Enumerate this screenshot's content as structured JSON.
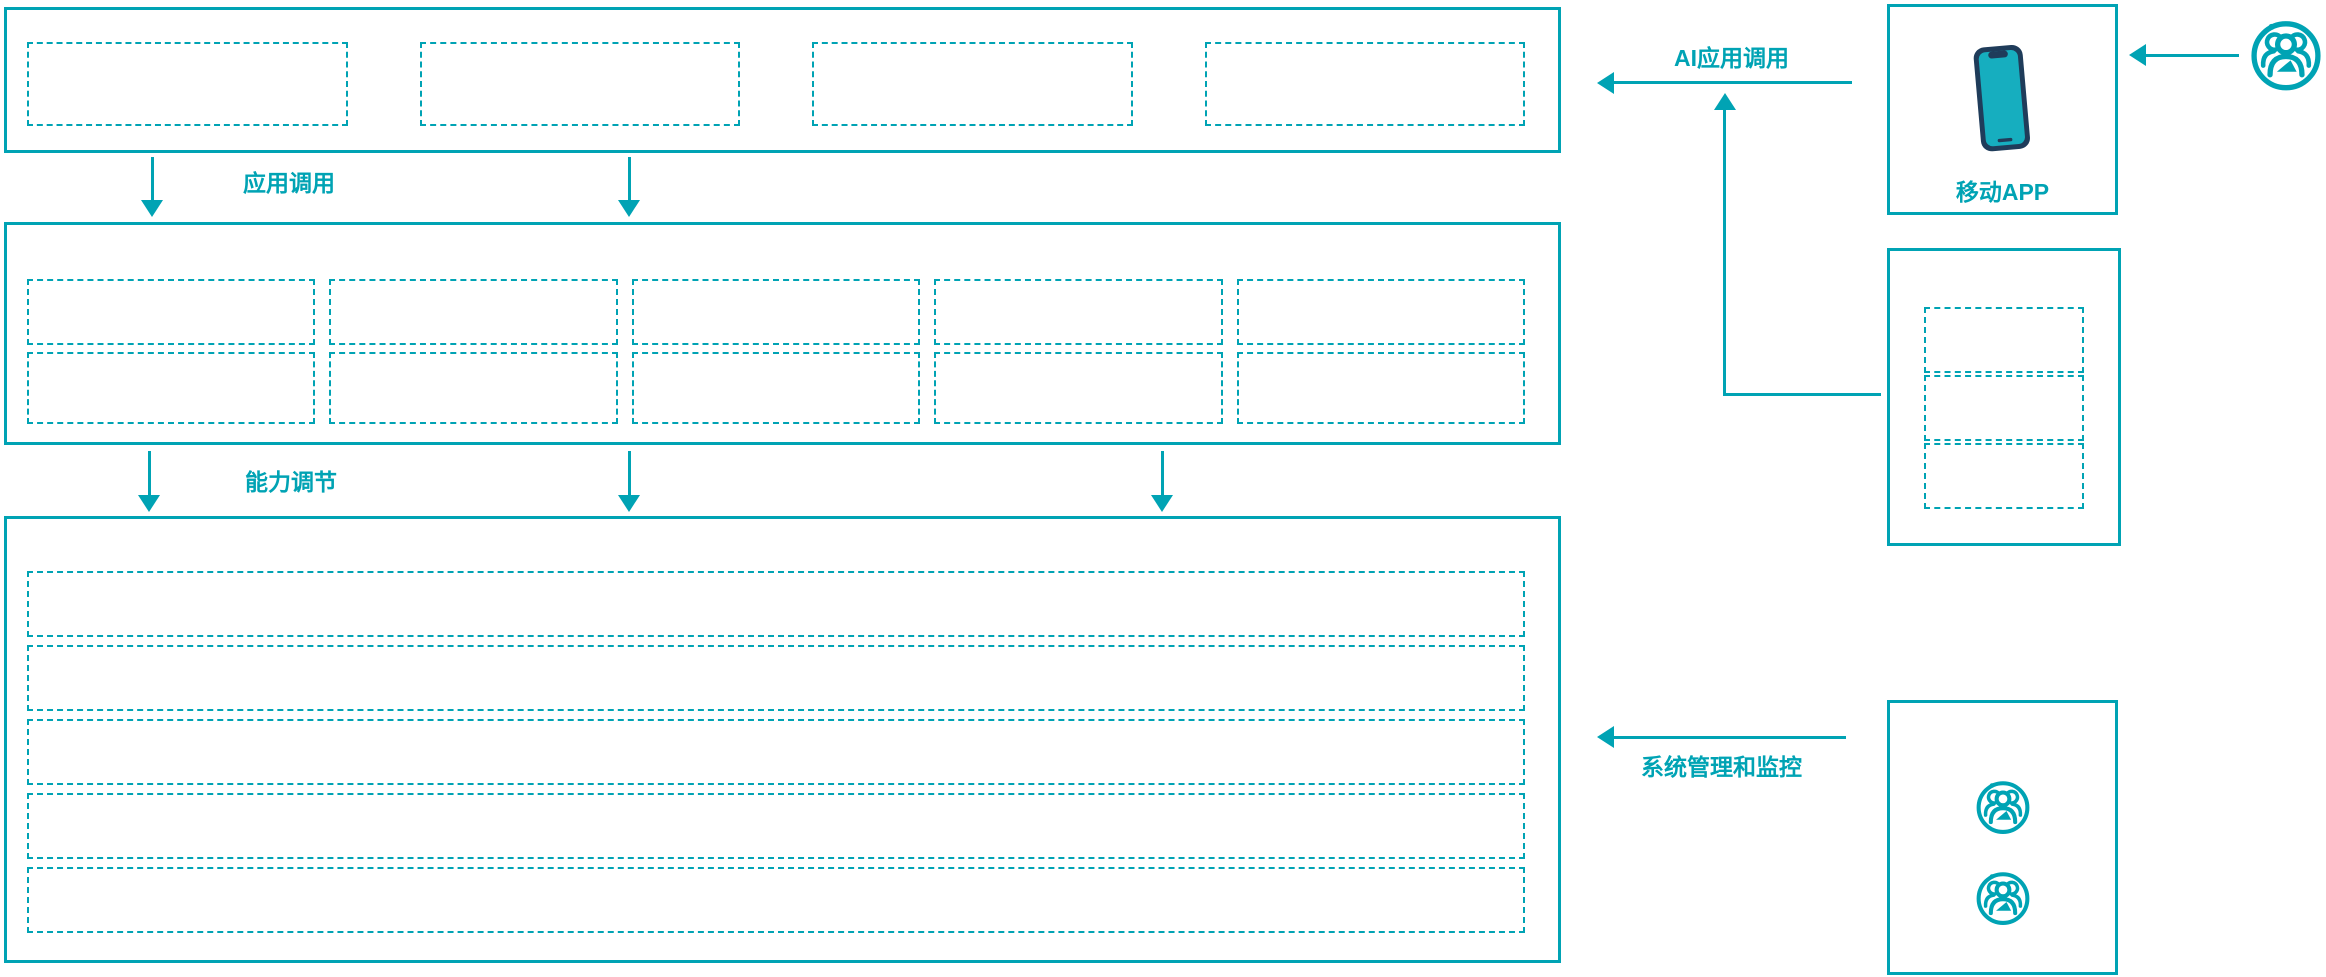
{
  "colors": {
    "accent": "#00a3b4",
    "phone_frame": "#1f3c5a",
    "phone_screen": "#16aebf",
    "background": "#ffffff"
  },
  "layers": {
    "top_band": {
      "placeholder_count": 4
    },
    "middle_band": {
      "rows": 2,
      "cols": 5,
      "placeholder_count": 10
    },
    "bottom_band": {
      "placeholder_count": 5
    }
  },
  "flows": {
    "app_call": {
      "label": "应用调用"
    },
    "capability_tuning": {
      "label": "能力调节"
    },
    "ai_app_call": {
      "label": "AI应用调用"
    },
    "system_management": {
      "label": "系统管理和监控"
    }
  },
  "panels": {
    "mobile_app": {
      "label": "移动APP",
      "icon": "smartphone-icon"
    },
    "ecosystem": {
      "placeholder_count": 3
    },
    "admin": {
      "icon_count": 2,
      "icon": "user-group-icon"
    }
  },
  "actors": {
    "external_user": {
      "icon": "user-group-icon"
    }
  }
}
